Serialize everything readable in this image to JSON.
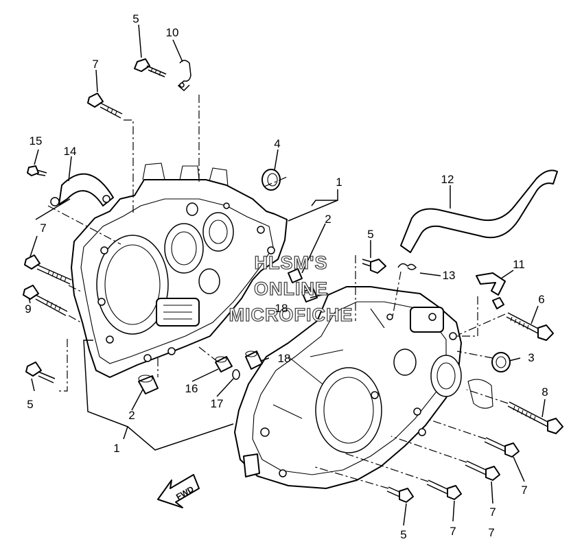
{
  "watermark": {
    "line1": "HLSM'S",
    "line2": "ONLINE",
    "line3": "MICROFICHE"
  },
  "direction_marker": "FWD",
  "labels": [
    {
      "id": "l5a",
      "text": "5"
    },
    {
      "id": "l10",
      "text": "10"
    },
    {
      "id": "l7a",
      "text": "7"
    },
    {
      "id": "l15",
      "text": "15"
    },
    {
      "id": "l14",
      "text": "14"
    },
    {
      "id": "l4",
      "text": "4"
    },
    {
      "id": "l1a",
      "text": "1"
    },
    {
      "id": "l2a",
      "text": "2"
    },
    {
      "id": "l12",
      "text": "12"
    },
    {
      "id": "l7b",
      "text": "7"
    },
    {
      "id": "l5b",
      "text": "5"
    },
    {
      "id": "l13",
      "text": "13"
    },
    {
      "id": "l11",
      "text": "11"
    },
    {
      "id": "l9",
      "text": "9"
    },
    {
      "id": "l18a",
      "text": "18"
    },
    {
      "id": "l6",
      "text": "6"
    },
    {
      "id": "l3",
      "text": "3"
    },
    {
      "id": "l18b",
      "text": "18"
    },
    {
      "id": "l5c",
      "text": "5"
    },
    {
      "id": "l16",
      "text": "16"
    },
    {
      "id": "l17",
      "text": "17"
    },
    {
      "id": "l2b",
      "text": "2"
    },
    {
      "id": "l8",
      "text": "8"
    },
    {
      "id": "l1b",
      "text": "1"
    },
    {
      "id": "l7c",
      "text": "7"
    },
    {
      "id": "l7d",
      "text": "7"
    },
    {
      "id": "l5d",
      "text": "5"
    },
    {
      "id": "l7e",
      "text": "7"
    },
    {
      "id": "l7f",
      "text": "7"
    }
  ]
}
